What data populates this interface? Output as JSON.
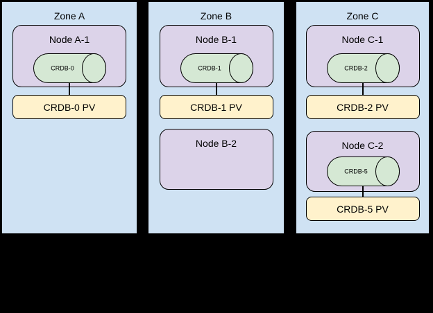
{
  "palette": {
    "background": "#000000",
    "zone_fill": "#cfe2f3",
    "node_fill": "#dcd3e9",
    "pod_fill": "#d5e8d4",
    "pv_fill": "#fff2cc",
    "stroke": "#000000"
  },
  "zones": [
    {
      "name": "Zone A",
      "nodes": [
        {
          "label": "Node A-1",
          "pod": {
            "label": "CRDB-0"
          },
          "pv": {
            "label": "CRDB-0 PV"
          }
        }
      ]
    },
    {
      "name": "Zone B",
      "nodes": [
        {
          "label": "Node B-1",
          "pod": {
            "label": "CRDB-1"
          },
          "pv": {
            "label": "CRDB-1 PV"
          }
        },
        {
          "label": "Node B-2"
        }
      ]
    },
    {
      "name": "Zone C",
      "nodes": [
        {
          "label": "Node C-1",
          "pod": {
            "label": "CRDB-2"
          },
          "pv": {
            "label": "CRDB-2 PV"
          }
        },
        {
          "label": "Node C-2",
          "pod": {
            "label": "CRDB-5"
          },
          "pv": {
            "label": "CRDB-5 PV"
          }
        }
      ]
    }
  ]
}
